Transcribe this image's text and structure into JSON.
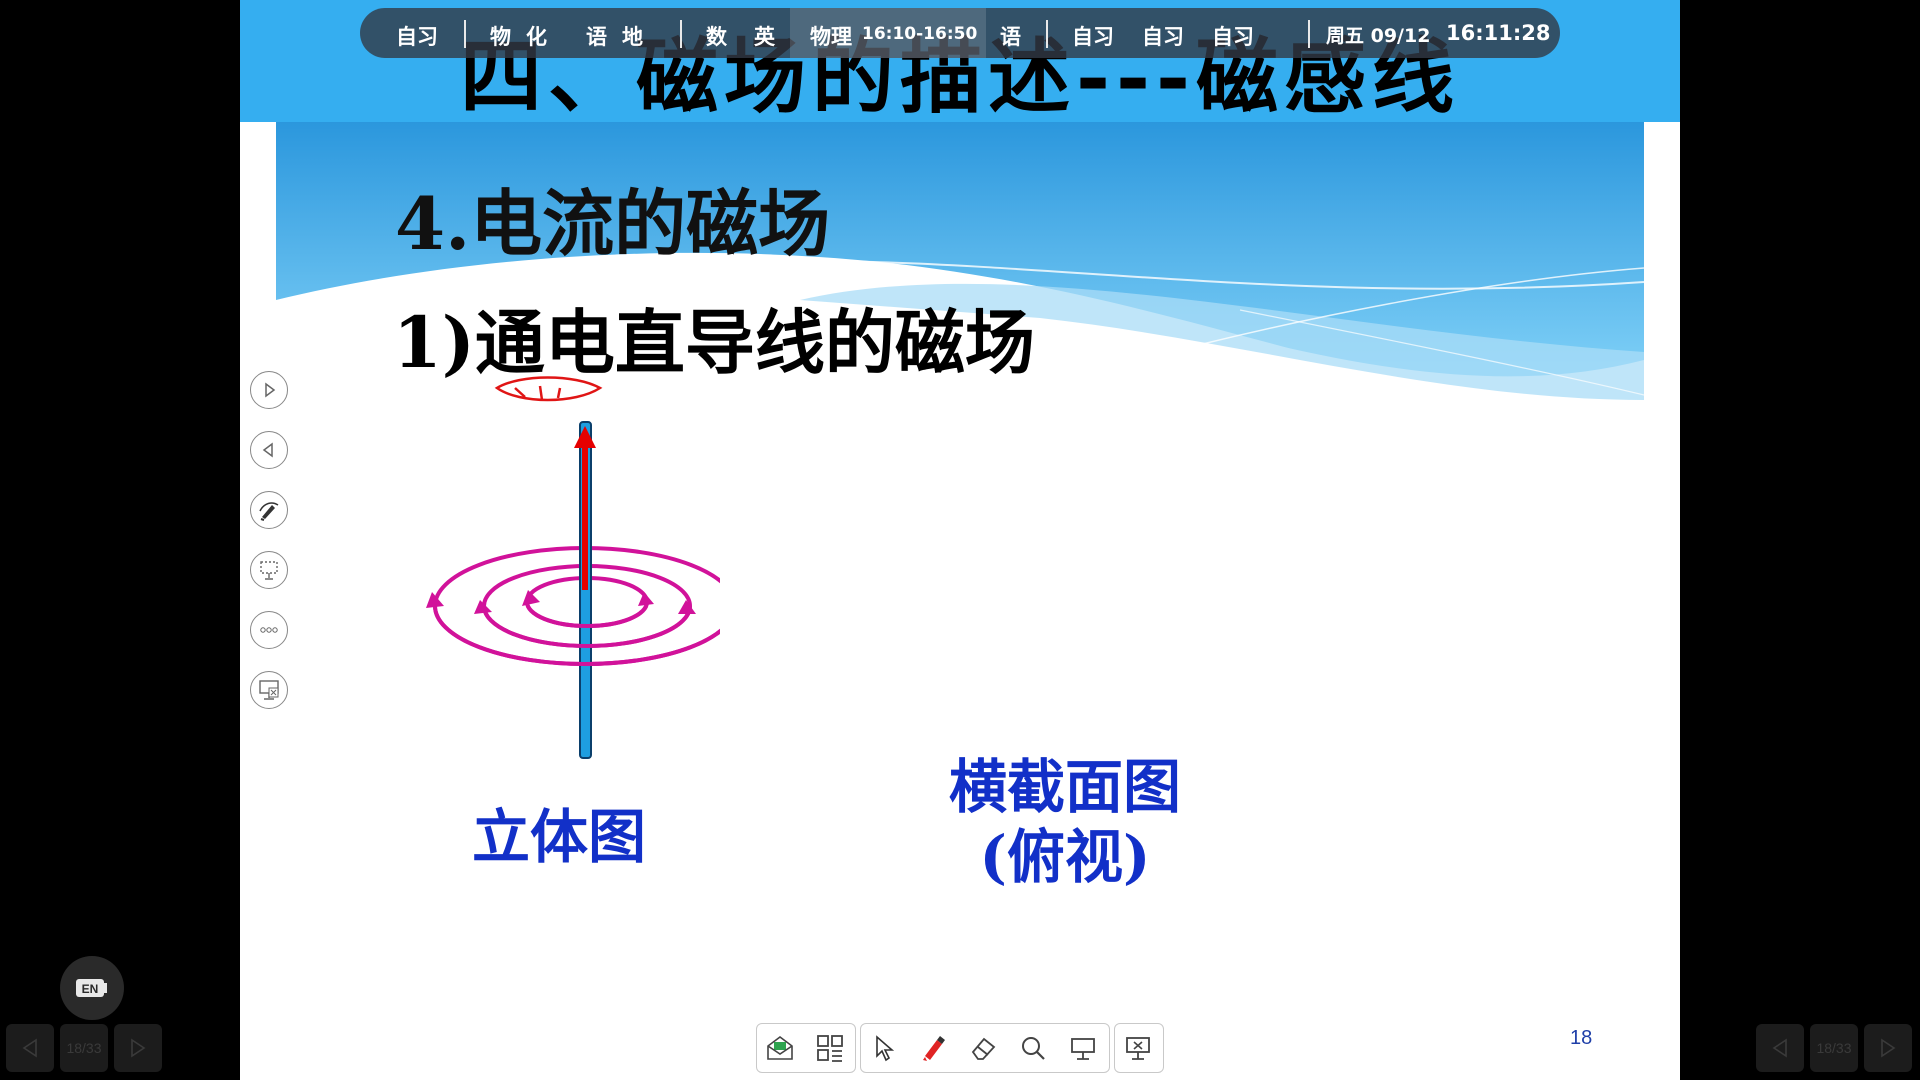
{
  "slide": {
    "title": "四、磁场的描述---磁感线",
    "heading": "4.电流的磁场",
    "subheading": "1)通电直导线的磁场",
    "label_3d": "立体图",
    "label_cross_line1": "横截面图",
    "label_cross_line2": "(俯视)",
    "page_number": "18"
  },
  "schedule_bar": {
    "items": [
      "自习",
      "物",
      "化",
      "语",
      "地",
      "数",
      "英",
      "物理",
      "16:10-16:50",
      "语",
      "自习",
      "自习",
      "自习"
    ],
    "date": "周五 09/12",
    "time": "16:11:28",
    "active_item": "物理"
  },
  "side_tools": [
    {
      "icon": "play-next-icon"
    },
    {
      "icon": "play-prev-icon"
    },
    {
      "icon": "pen-annotate-icon"
    },
    {
      "icon": "screen-select-icon"
    },
    {
      "icon": "more-icon"
    },
    {
      "icon": "exit-slideshow-icon"
    }
  ],
  "bottom_toolbar": {
    "tools": [
      "envelope-icon",
      "qr-code-icon",
      "cursor-icon",
      "pen-icon",
      "eraser-icon",
      "magnifier-icon",
      "whiteboard-icon",
      "exit-icon"
    ]
  },
  "corner_nav": {
    "page_indicator": "18/33"
  },
  "ime": {
    "label": "EN"
  },
  "colors": {
    "header_blue": "#2ea8ec",
    "field_line": "#d1129a",
    "wire": "#1e9ee0",
    "current_arrow": "#e50000",
    "label_blue": "#1230c8"
  }
}
